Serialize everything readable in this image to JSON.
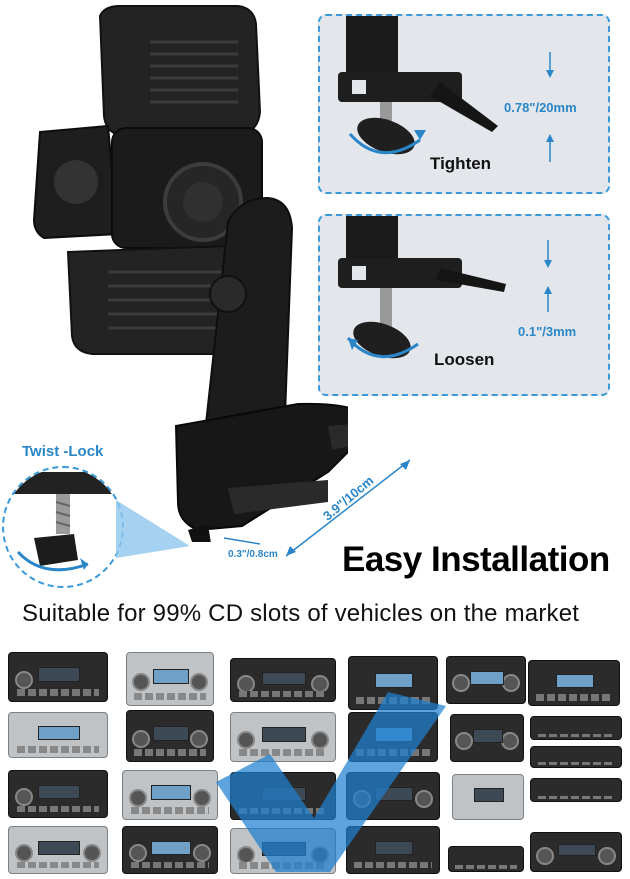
{
  "title": "Easy Installation",
  "subtitle": "Suitable for 99% CD slots of vehicles on the market",
  "twist_lock_label": "Twist -Lock",
  "tighten": {
    "label": "Tighten",
    "dimension": "0.78\"/20mm"
  },
  "loosen": {
    "label": "Loosen",
    "dimension": "0.1\"/3mm"
  },
  "size_small": "0.3\"/0.8cm",
  "size_large": "3.9\"/10cm",
  "colors": {
    "accent": "#2a86c8",
    "mount": "#1c1c1c",
    "panel_bg": "#e3e6ea"
  }
}
